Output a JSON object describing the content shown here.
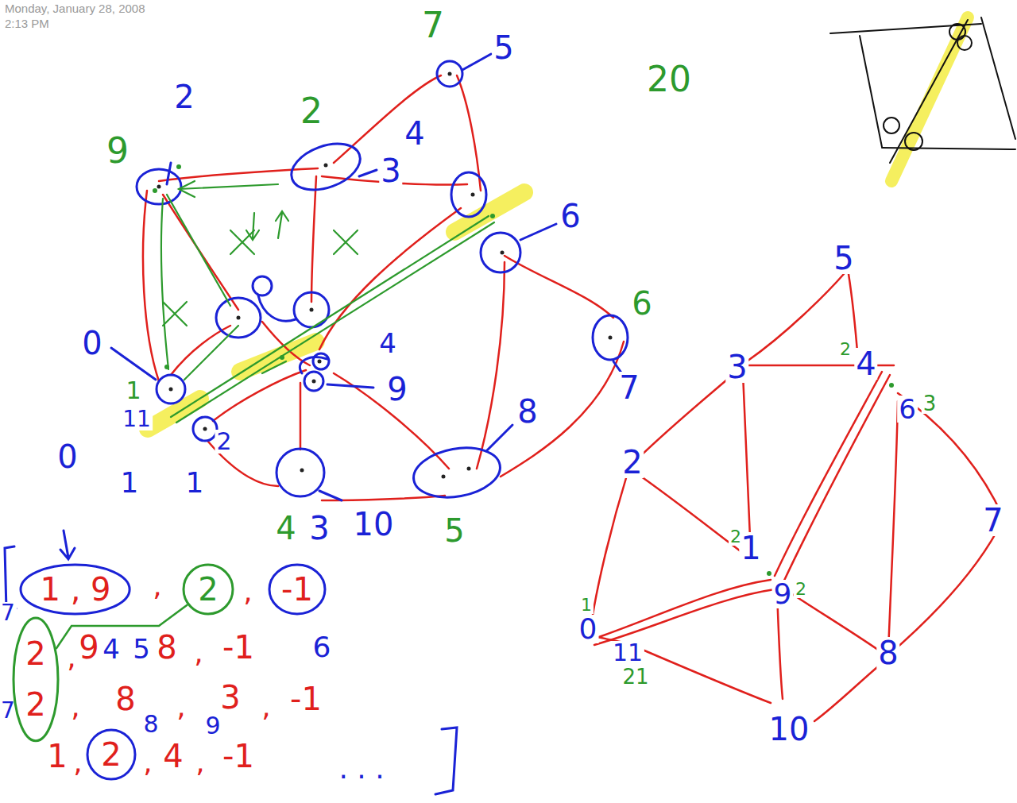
{
  "diagram": {
    "nodes": [
      {
        "text": [
          "1 , 9"
        ]
      },
      {
        "text": [
          "2"
        ]
      },
      {
        "text": [
          "-1"
        ]
      },
      {
        "text": [
          "2",
          "2"
        ]
      },
      {
        "text": [
          "2"
        ]
      }
    ],
    "edges": [
      {
        "from": 1,
        "to": 3,
        "arrow": "none"
      }
    ],
    "labels": [
      "Monday, January 28, 2008",
      "2:13 PM",
      "7",
      "5",
      "2",
      "9",
      "2",
      "4",
      "3",
      "20",
      "6",
      "6",
      "0",
      "4",
      "9",
      "7",
      "8",
      "1",
      "11",
      "2",
      "0",
      "1",
      "1",
      "4",
      "3",
      "10",
      "5",
      ",",
      ",",
      "7",
      ",",
      "9",
      "4",
      "5",
      "8",
      ",",
      "-1",
      "6",
      ",",
      "8",
      "8",
      ",",
      "3",
      "9",
      ",",
      "-1",
      "7",
      "1",
      ",",
      ",",
      "4",
      ",",
      "-1",
      ". . .",
      "5",
      "3",
      "4",
      "2",
      "6",
      "3",
      "2",
      "1",
      "2",
      "9",
      "2",
      "7",
      "0",
      "1",
      "11",
      "21",
      "8",
      "10"
    ]
  }
}
